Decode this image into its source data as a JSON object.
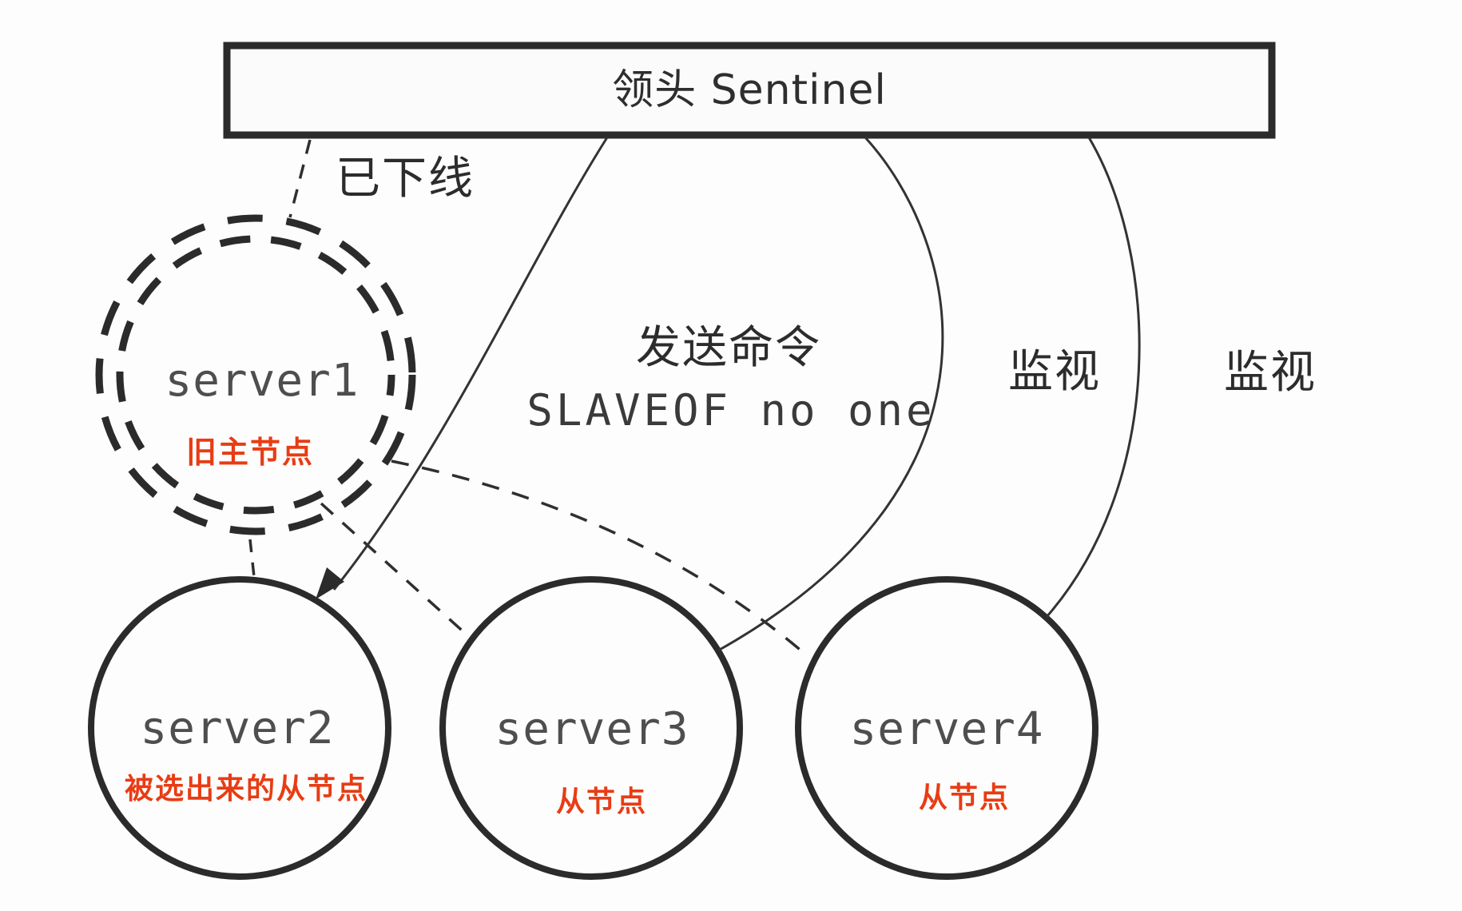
{
  "sentinel_box": {
    "label": "领头 Sentinel"
  },
  "edges": {
    "offline_label": "已下线",
    "send_command_label_line1": "发送命令",
    "send_command_label_line2": "SLAVEOF no one",
    "monitor_label_left": "监视",
    "monitor_label_right": "监视"
  },
  "nodes": {
    "server1": {
      "name": "server1",
      "annotation": "旧主节点"
    },
    "server2": {
      "name": "server2",
      "annotation": "被选出来的从节点"
    },
    "server3": {
      "name": "server3",
      "annotation": "从节点"
    },
    "server4": {
      "name": "server4",
      "annotation": "从节点"
    }
  },
  "colors": {
    "line": "#2f2f2f",
    "box_border": "#2b2b2b",
    "node_text": "#4e4e4e",
    "annotation_red": "#e83c14",
    "background": "#fdfdfd"
  }
}
